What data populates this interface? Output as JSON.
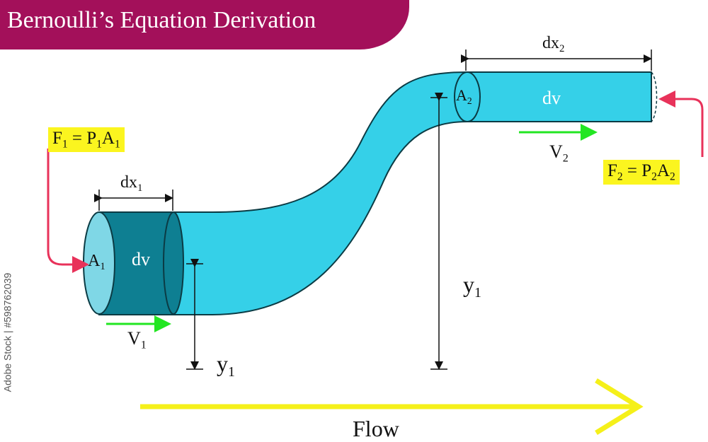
{
  "title": "Bernoulli’s Equation Derivation",
  "watermark": "Adobe Stock | #598762039",
  "colors": {
    "banner": "#a3105a",
    "pipe": "#35d0e8",
    "pipe_dark": "#0e7f92",
    "pipe_end": "#7fd7e6",
    "force_arrow": "#e8325a",
    "velocity_arrow": "#22e622",
    "flow_arrow": "#f5f01a",
    "label_bg": "#fbf51f"
  },
  "labels": {
    "f1": {
      "lhs": "F",
      "lhs_sub": "1",
      "eq": " = ",
      "p": "P",
      "p_sub": "1",
      "a": "A",
      "a_sub": "1"
    },
    "f2": {
      "lhs": "F",
      "lhs_sub": "2",
      "eq": " = ",
      "p": "P",
      "p_sub": "2",
      "a": "A",
      "a_sub": "2"
    },
    "a1": {
      "main": "A",
      "sub": "1"
    },
    "a2": {
      "main": "A",
      "sub": "2"
    },
    "dx1": {
      "main": "dx",
      "sub": "1"
    },
    "dx2": {
      "main": "dx",
      "sub": "2"
    },
    "dv_left": "dv",
    "dv_right": "dv",
    "v1": {
      "main": "V",
      "sub": "1"
    },
    "v2": {
      "main": "V",
      "sub": "2"
    },
    "y_left": {
      "main": "y",
      "sub": "1"
    },
    "y_right": {
      "main": "y",
      "sub": "1"
    },
    "flow": "Flow"
  }
}
